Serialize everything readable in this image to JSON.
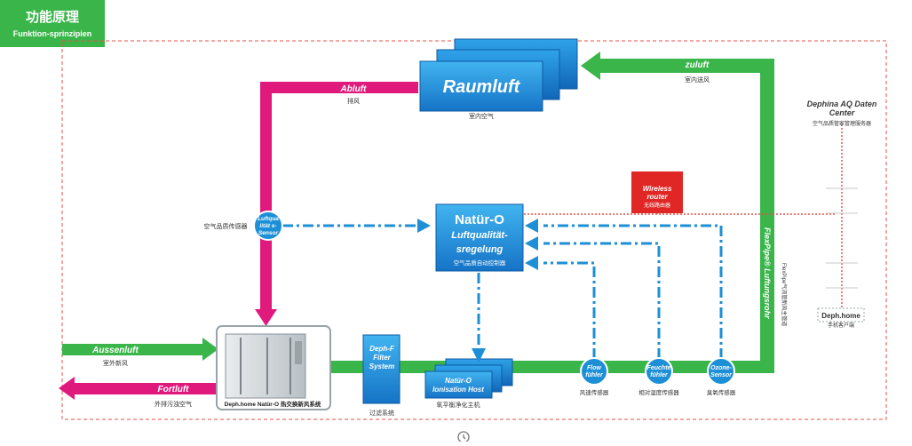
{
  "header": {
    "title_cn": "功能原理",
    "title_de": "Funktion-sprinzipien"
  },
  "flows": {
    "zuluft": {
      "label": "zuluft",
      "cn": "室内送风"
    },
    "abluft": {
      "label": "Abluft",
      "cn": "排风"
    },
    "aussenluft": {
      "label": "Aussenluft",
      "cn": "室外新风"
    },
    "fortluft": {
      "label": "Fortluft",
      "cn": "外排污浊空气"
    }
  },
  "raumluft": {
    "label": "Raumluft",
    "cn": "室内空气"
  },
  "air_sensor": {
    "lines": [
      "Luftqua",
      "lität s-",
      "Sensor"
    ],
    "cn": "空气品质传感器"
  },
  "controller": {
    "title": "Natür-O",
    "line2": "Luftqualität-",
    "line3": "sregelung",
    "cn": "空气品质自动控制器"
  },
  "router": {
    "line1": "Wireless",
    "line2": "router",
    "cn": "无线路由器"
  },
  "datacenter": {
    "line1": "Dephina AQ Daten",
    "line2": "Center",
    "cn": "空气品质管家管理服务器"
  },
  "app": {
    "label": "Deph.home",
    "cn": "手机客户端"
  },
  "flexpipe": {
    "label": "FlexPipe® Luftungsrohr",
    "side_text": "FlexPipe气流管新风主管道"
  },
  "unit": {
    "label": "Deph.home Natür-O 热交换新风系统"
  },
  "filter": {
    "line1": "Deph-F",
    "line2": "Filter",
    "line3": "System",
    "cn": "过滤系统"
  },
  "ionisation": {
    "line1": "Natür-O",
    "line2": "Ionisation Host",
    "cn": "氧平衡净化主机"
  },
  "sensors": {
    "flow": {
      "line1": "Flow",
      "line2": "fühler",
      "cn": "风速传感器"
    },
    "feuchte": {
      "line1": "Feuchte",
      "line2": "fühler",
      "cn": "相对湿度传感器"
    },
    "ozone": {
      "line1": "Ozone-",
      "line2": "Sensor",
      "cn": "臭氧传感器"
    }
  },
  "colors": {
    "green": "#3ab54a",
    "magenta": "#e0197d",
    "blue": "#1d8fd6",
    "red": "#e02726",
    "dash_red": "#e8504a"
  },
  "icons": {
    "refresh": "refresh-icon"
  }
}
